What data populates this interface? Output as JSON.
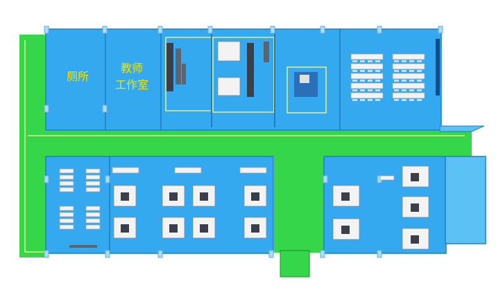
{
  "rooms": {
    "restroom_label": "厕所",
    "teacher_office_label_line1": "教师",
    "teacher_office_label_line2": "工作室"
  },
  "colors": {
    "corridor": "#35d64a",
    "room_glass": "#35a9ef",
    "room_glass_light": "#5cc2f5",
    "floor_outline": "#e7f08a",
    "desk": "#f3f3f3",
    "equipment": "#3a3f4a"
  }
}
